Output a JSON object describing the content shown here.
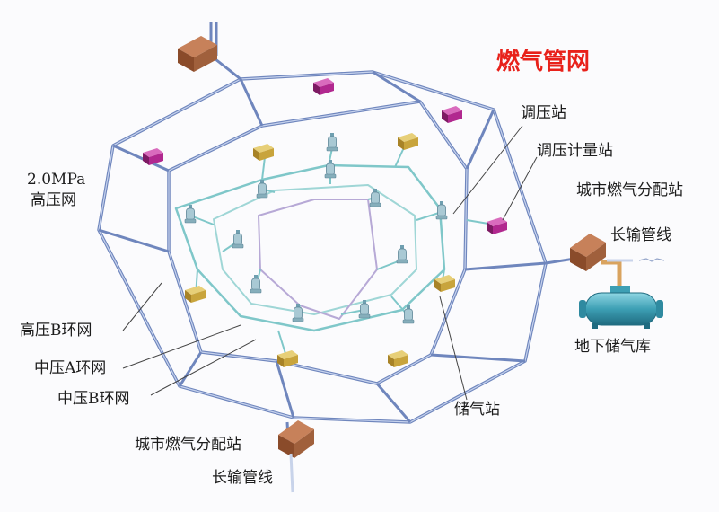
{
  "title": "燃气管网",
  "labels": {
    "high_pressure_net": [
      "2.0MPa",
      "高压网"
    ],
    "high_b_ring": "高压B环网",
    "mid_a_ring": "中压A环网",
    "mid_b_ring": "中压B环网",
    "regulator_station": "调压站",
    "metering_station": "调压计量站",
    "city_distribution_right": "城市燃气分配站",
    "long_pipeline_right": "长输管线",
    "underground_storage": "地下储气库",
    "storage_station": "储气站",
    "city_distribution_bottom": "城市燃气分配站",
    "long_pipeline_bottom": "长输管线"
  },
  "colors": {
    "title": "#e8211a",
    "outer_pipe": "#6f86bd",
    "mid_ring": "#7fc7c9",
    "inner_ring": "#b7a9d6",
    "house_roof": "#a0603c",
    "regulator": "#c8a43c",
    "metering": "#b1288f",
    "tank": "#3d9fb4"
  },
  "icons": [
    "house-icon",
    "regulator-box-icon",
    "metering-box-icon",
    "valve-icon",
    "storage-tank-icon"
  ]
}
